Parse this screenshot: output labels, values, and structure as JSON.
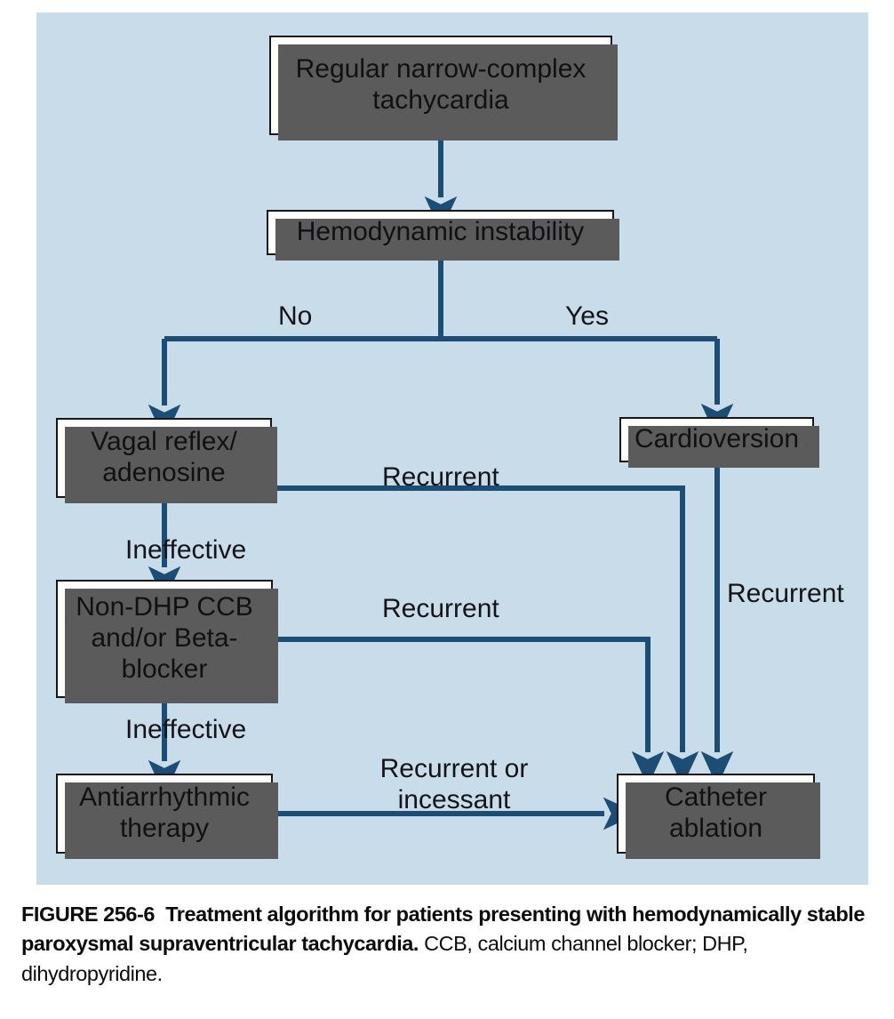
{
  "figure": {
    "background_color": "#c9dcea",
    "line_color": "#1c4d74",
    "box_fill": "#fdfdfb",
    "box_border": "#16161a",
    "shadow_color": "#5b5b5b"
  },
  "nodes": {
    "regular": "Regular narrow-complex\ntachycardia",
    "hemodynamic": "Hemodynamic instability",
    "vagal": "Vagal reflex/\nadenosine",
    "cardioversion": "Cardioversion",
    "nondhp": "Non-DHP CCB\nand/or Beta-\nblocker",
    "antiarrhythmic": "Antiarrhythmic\ntherapy",
    "catheter": "Catheter\nablation"
  },
  "edge_labels": {
    "no": "No",
    "yes": "Yes",
    "recurrent_vagal": "Recurrent",
    "ineffective_vagal": "Ineffective",
    "recurrent_nondhp": "Recurrent",
    "ineffective_nondhp": "Ineffective",
    "recurrent_cardioversion": "Recurrent",
    "recurrent_or_incessant": "Recurrent or\nincessant"
  },
  "caption": {
    "figure_number": "FIGURE 256-6",
    "bold_text": "Treatment algorithm for patients presenting with hemodynamically stable paroxysmal supraventricular tachycardia.",
    "rest_text": "CCB, calcium channel blocker; DHP, dihydropyridine."
  },
  "chart_data": {
    "type": "flowchart",
    "title": "Treatment algorithm for patients presenting with hemodynamically stable paroxysmal supraventricular tachycardia",
    "nodes": [
      {
        "id": "regular",
        "label": "Regular narrow-complex tachycardia"
      },
      {
        "id": "hemodynamic",
        "label": "Hemodynamic instability"
      },
      {
        "id": "vagal",
        "label": "Vagal reflex/adenosine"
      },
      {
        "id": "cardioversion",
        "label": "Cardioversion"
      },
      {
        "id": "nondhp",
        "label": "Non-DHP CCB and/or Beta-blocker"
      },
      {
        "id": "antiarrhythmic",
        "label": "Antiarrhythmic therapy"
      },
      {
        "id": "catheter",
        "label": "Catheter ablation"
      }
    ],
    "edges": [
      {
        "from": "regular",
        "to": "hemodynamic",
        "label": ""
      },
      {
        "from": "hemodynamic",
        "to": "vagal",
        "label": "No"
      },
      {
        "from": "hemodynamic",
        "to": "cardioversion",
        "label": "Yes"
      },
      {
        "from": "vagal",
        "to": "nondhp",
        "label": "Ineffective"
      },
      {
        "from": "vagal",
        "to": "catheter",
        "label": "Recurrent"
      },
      {
        "from": "nondhp",
        "to": "antiarrhythmic",
        "label": "Ineffective"
      },
      {
        "from": "nondhp",
        "to": "catheter",
        "label": "Recurrent"
      },
      {
        "from": "cardioversion",
        "to": "catheter",
        "label": "Recurrent"
      },
      {
        "from": "antiarrhythmic",
        "to": "catheter",
        "label": "Recurrent or incessant"
      }
    ]
  }
}
